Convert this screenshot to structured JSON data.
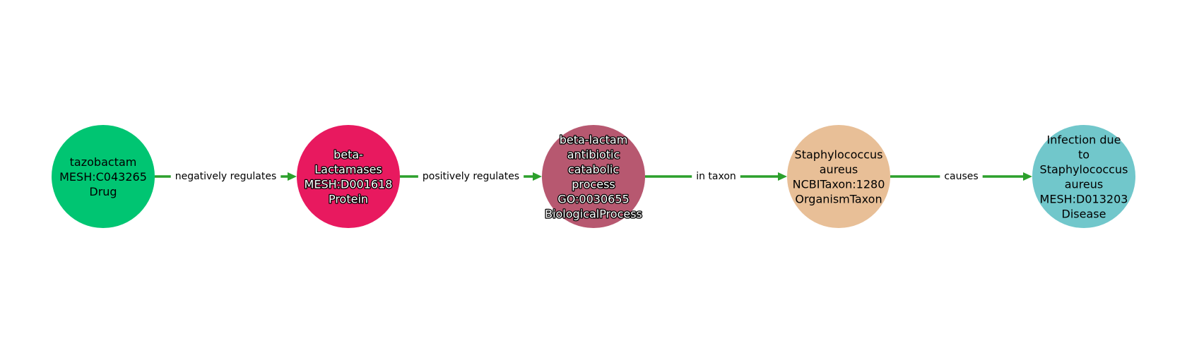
{
  "graph": {
    "nodes": [
      {
        "id": "n1",
        "lines": [
          "tazobactam",
          "MESH:C043265",
          "Drug"
        ],
        "color": "#00c572",
        "text_style": "dark"
      },
      {
        "id": "n2",
        "lines": [
          "beta-",
          "Lactamases",
          "MESH:D001618",
          "Protein"
        ],
        "color": "#e8195f",
        "text_style": "light"
      },
      {
        "id": "n3",
        "lines": [
          "beta-lactam",
          "antibiotic",
          "catabolic",
          "process",
          "GO:0030655",
          "BiologicalProcess"
        ],
        "color": "#b75870",
        "text_style": "light"
      },
      {
        "id": "n4",
        "lines": [
          "Staphylococcus",
          "aureus",
          "NCBITaxon:1280",
          "OrganismTaxon"
        ],
        "color": "#e8bf97",
        "text_style": "dark"
      },
      {
        "id": "n5",
        "lines": [
          "Infection due",
          "to",
          "Staphylococcus",
          "aureus",
          "MESH:D013203",
          "Disease"
        ],
        "color": "#71c7cb",
        "text_style": "dark"
      }
    ],
    "edges": [
      {
        "from": "n1",
        "to": "n2",
        "label": "negatively regulates"
      },
      {
        "from": "n2",
        "to": "n3",
        "label": "positively regulates"
      },
      {
        "from": "n3",
        "to": "n4",
        "label": "in taxon"
      },
      {
        "from": "n4",
        "to": "n5",
        "label": "causes"
      }
    ],
    "edge_color": "#2ca02c"
  }
}
